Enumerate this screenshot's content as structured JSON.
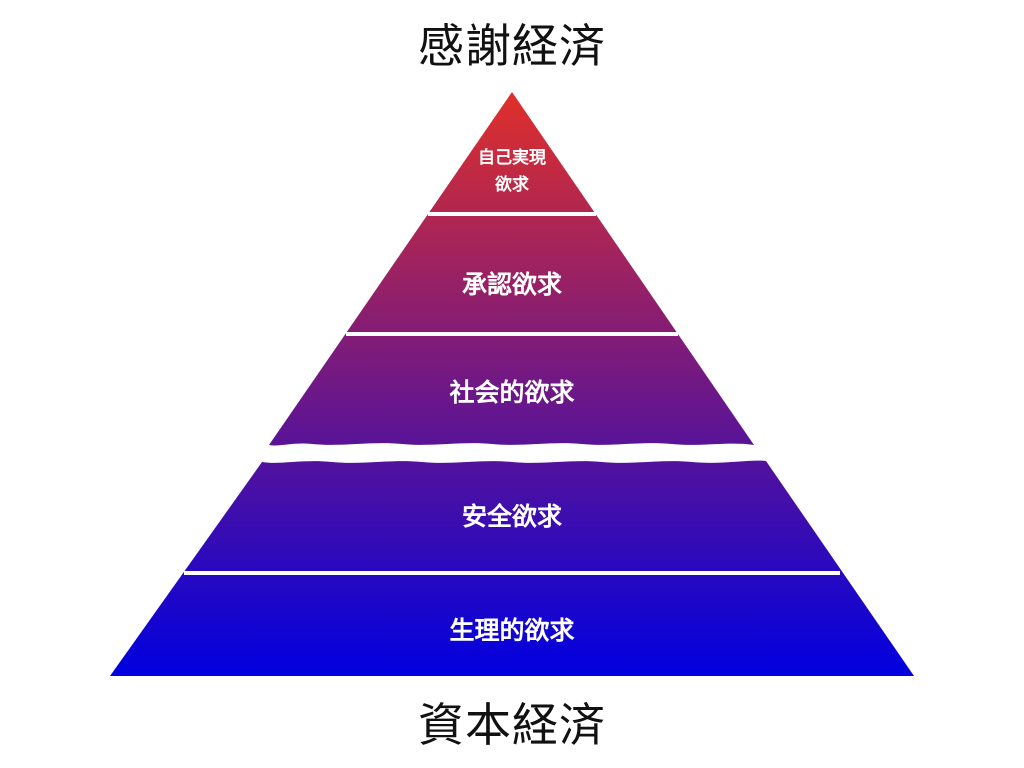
{
  "titles": {
    "top": "感謝経済",
    "bottom": "資本経済"
  },
  "pyramid": {
    "colors": {
      "apex": "#e0302a",
      "base": "#0000e0",
      "divider": "#ffffff",
      "label": "#ffffff",
      "title": "#111111"
    },
    "levels": [
      {
        "lines": [
          "自己実現",
          "欲求"
        ]
      },
      {
        "lines": [
          "承認欲求"
        ]
      },
      {
        "lines": [
          "社会的欲求"
        ]
      },
      {
        "lines": [
          "安全欲求"
        ]
      },
      {
        "lines": [
          "生理的欲求"
        ]
      }
    ]
  }
}
